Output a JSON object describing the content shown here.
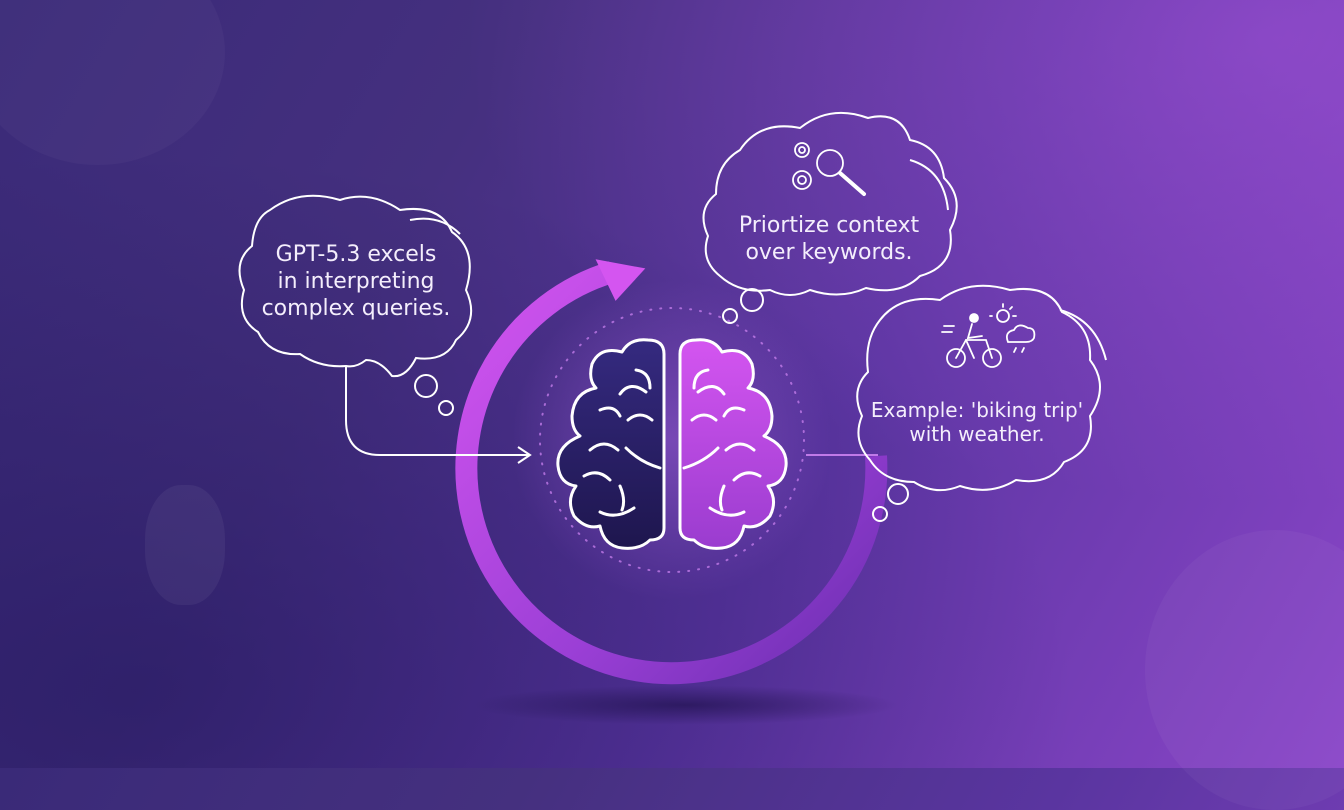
{
  "colors": {
    "background_dark": "#3a2a78",
    "background_light": "#8a45c8",
    "brain_left": "#2a1f64",
    "brain_right": "#c44ee0",
    "arc_accent": "#c04ee6",
    "outline": "#ffffff"
  },
  "bubbles": {
    "left": {
      "lines": [
        "GPT-5.3 excels",
        "in interpreting",
        "complex queries."
      ]
    },
    "top_right": {
      "icon": "gears-magnifier-icon",
      "lines": [
        "Priortize context",
        "over keywords."
      ]
    },
    "right": {
      "icon": "cyclist-weather-icon",
      "lines": [
        "Example: 'biking trip'",
        "with weather."
      ]
    }
  },
  "center": {
    "icon": "brain-icon",
    "arrow": "circular-arrow-icon"
  }
}
